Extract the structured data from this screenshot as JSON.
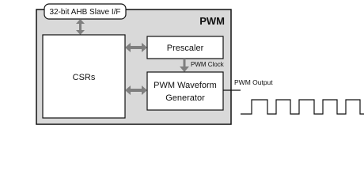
{
  "diagram": {
    "bus_interface_label": "32-bit AHB Slave I/F",
    "module_title": "PWM",
    "csr_label": "CSRs",
    "prescaler_label": "Prescaler",
    "pwm_clock_label": "PWM Clock",
    "waveform_generator_label_line1": "PWM Waveform",
    "waveform_generator_label_line2": "Generator",
    "pwm_output_label": "PWM Output"
  },
  "colors": {
    "outer_box_fill": "#d9d9d9",
    "inner_box_fill": "#ffffff",
    "stroke": "#111111",
    "arrow": "#7f7f7f"
  }
}
